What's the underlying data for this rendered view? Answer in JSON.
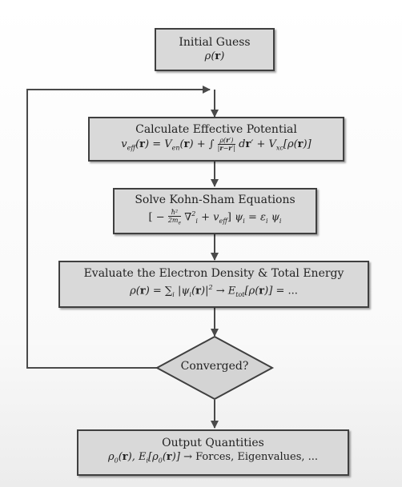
{
  "boxes": {
    "initial_guess": {
      "title": "Initial Guess",
      "eq": "ρ(r)"
    },
    "effective_potential": {
      "title": "Calculate Effective Potential"
    },
    "kohn_sham": {
      "title": "Solve Kohn-Sham Equations"
    },
    "density_energy": {
      "title": "Evaluate the Electron Density & Total Energy"
    },
    "output": {
      "title": "Output Quantities",
      "eq_tail": "→ Forces, Eigenvalues, ..."
    }
  },
  "decision": {
    "label": "Converged?"
  },
  "colors": {
    "box_fill": "#d9d9d9",
    "box_border": "#3f3f3f",
    "diamond_fill": "#d4d4d4",
    "line": "#4a4a4a"
  }
}
